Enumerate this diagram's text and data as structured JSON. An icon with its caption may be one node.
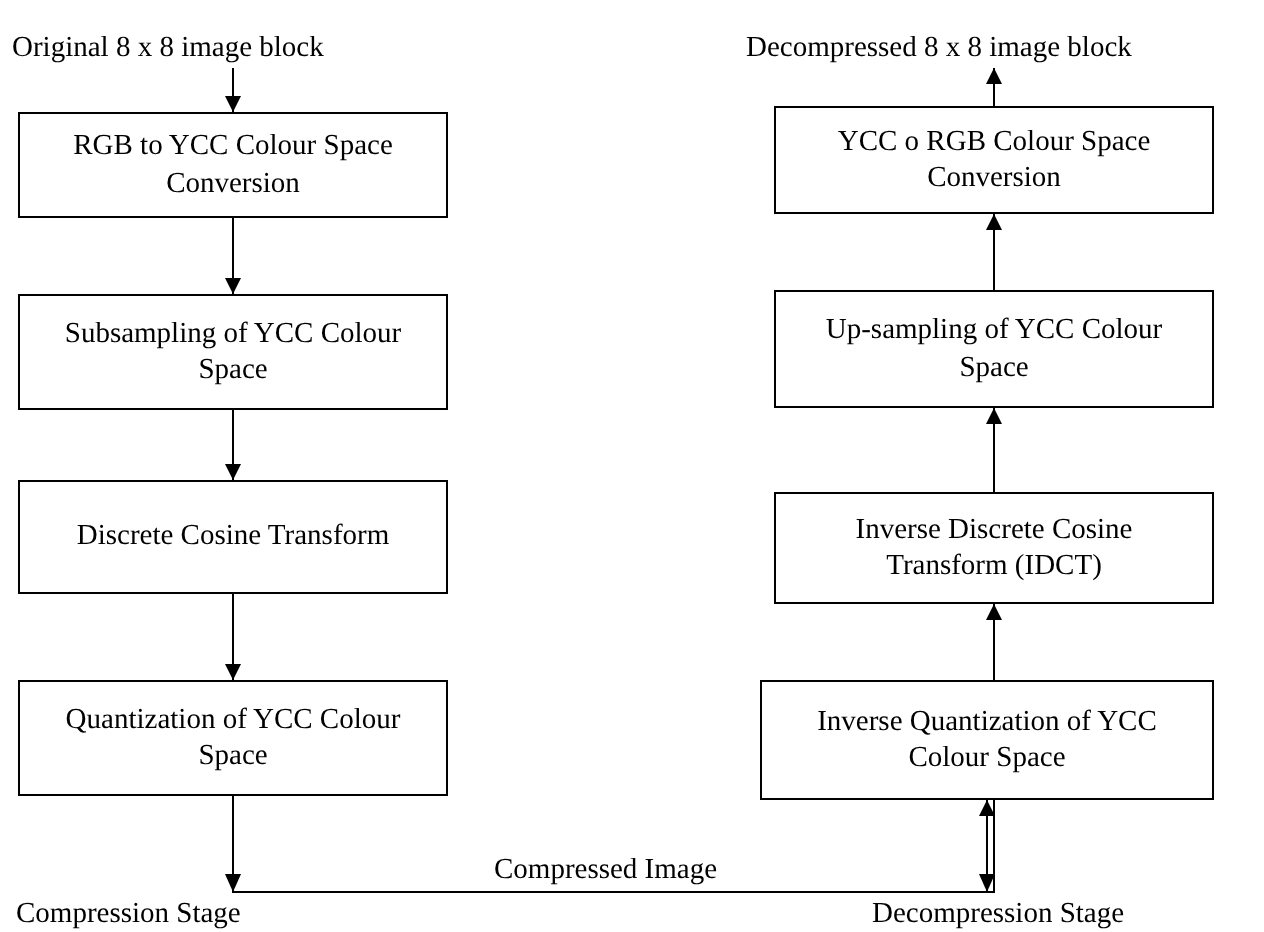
{
  "diagram": {
    "nodes": [
      {
        "text": [
          "Original 8 x 8 image block"
        ]
      },
      {
        "text": [
          "RGB to YCC Colour Space Conversion"
        ]
      },
      {
        "text": [
          "Subsampling of YCC Colour Space"
        ]
      },
      {
        "text": [
          "Discrete Cosine Transform"
        ]
      },
      {
        "text": [
          "Quantization of YCC Colour Space"
        ]
      },
      {
        "text": [
          "Decompressed 8 x 8 image block"
        ]
      },
      {
        "text": [
          "YCC o RGB Colour Space Conversion"
        ]
      },
      {
        "text": [
          "Up-sampling of YCC Colour Space"
        ]
      },
      {
        "text": [
          "Inverse Discrete Cosine Transform (IDCT)"
        ]
      },
      {
        "text": [
          "Inverse Quantization of YCC Colour Space"
        ]
      }
    ],
    "edges": [
      {
        "from": 0,
        "to": 1,
        "arrow": "to"
      },
      {
        "from": 1,
        "to": 2,
        "arrow": "to"
      },
      {
        "from": 2,
        "to": 3,
        "arrow": "to"
      },
      {
        "from": 3,
        "to": 4,
        "arrow": "to"
      },
      {
        "from": 4,
        "to": 9,
        "arrow": "to",
        "label": "Compressed Image"
      },
      {
        "from": 9,
        "to": 8,
        "arrow": "to"
      },
      {
        "from": 8,
        "to": 7,
        "arrow": "to"
      },
      {
        "from": 7,
        "to": 6,
        "arrow": "to"
      },
      {
        "from": 6,
        "to": 5,
        "arrow": "to"
      }
    ],
    "labels": [
      "Compression Stage",
      "Decompression Stage"
    ]
  }
}
